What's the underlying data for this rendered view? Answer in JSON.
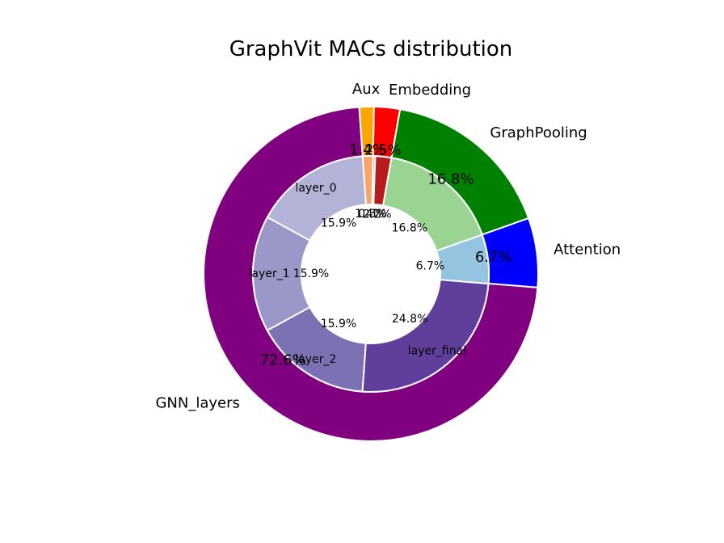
{
  "chart_data": {
    "type": "pie",
    "title": "GraphVit MACs distribution",
    "outer": [
      {
        "label": "GNN_layers",
        "value": 72.6,
        "pct": "72.6%",
        "color": "#800080"
      },
      {
        "label": "Attention",
        "value": 6.7,
        "pct": "6.7%",
        "color": "#0000ff"
      },
      {
        "label": "GraphPooling",
        "value": 16.8,
        "pct": "16.8%",
        "color": "#008000"
      },
      {
        "label": "Embedding",
        "value": 2.5,
        "pct": "2.5%",
        "color": "#ff0000"
      },
      {
        "label": "Aux",
        "value": 1.4,
        "pct": "1.4%",
        "color": "#ffa500"
      }
    ],
    "inner": [
      {
        "label": "layer_0",
        "value": 15.9,
        "pct": "15.9%",
        "color": "#b3b3d8"
      },
      {
        "label": "layer_1",
        "value": 15.9,
        "pct": "15.9%",
        "color": "#9b97c8"
      },
      {
        "label": "layer_2",
        "value": 15.9,
        "pct": "15.9%",
        "color": "#7b72b3"
      },
      {
        "label": "layer_final",
        "value": 24.8,
        "pct": "24.8%",
        "color": "#603e9b"
      },
      {
        "label": "",
        "value": 6.7,
        "pct": "6.7%",
        "color": "#94c4df"
      },
      {
        "label": "",
        "value": 16.8,
        "pct": "16.8%",
        "color": "#99d493"
      },
      {
        "label": "",
        "value": 2.2,
        "pct": "2.2%",
        "color": "#b71c1c"
      },
      {
        "label": "",
        "value": 0.3,
        "pct": "0.3%",
        "color": "#ff6a6a"
      },
      {
        "label": "",
        "value": 1.4,
        "pct": "1.4%",
        "color": "#f9a56a"
      }
    ]
  }
}
